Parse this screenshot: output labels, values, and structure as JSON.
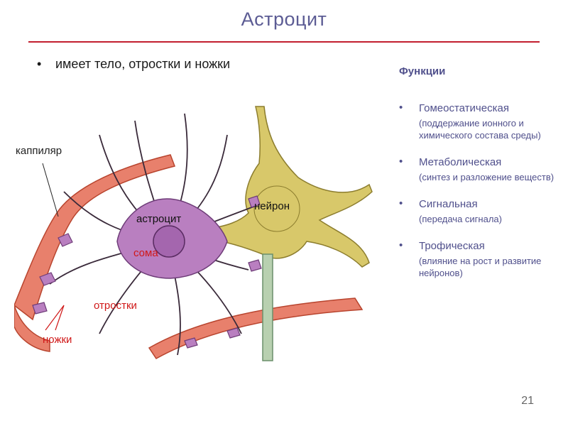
{
  "slide": {
    "title": "Астроцит",
    "bullet": "имеет тело, отростки и ножки",
    "page_number": "21"
  },
  "diagram": {
    "labels": {
      "capillary": "каппиляр",
      "astrocyte": "астроцит",
      "neuron": "нейрон",
      "soma": "сома",
      "processes": "отростки",
      "feet": "ножки"
    },
    "colors": {
      "capillary": "#e8806c",
      "astrocyte": "#b97fc0",
      "neuron": "#d8c86a",
      "red_label": "#d01818"
    }
  },
  "functions": {
    "heading": "Функции",
    "items": [
      {
        "name": "Гомеостатическая",
        "desc": "(поддержание ионного и химического состава среды)"
      },
      {
        "name": "Метаболическая",
        "desc": "(синтез и разложение веществ)"
      },
      {
        "name": "Сигнальная",
        "desc": "(передача сигнала)"
      },
      {
        "name": "Трофическая",
        "desc": "(влияние на рост и развитие нейронов)"
      }
    ]
  }
}
